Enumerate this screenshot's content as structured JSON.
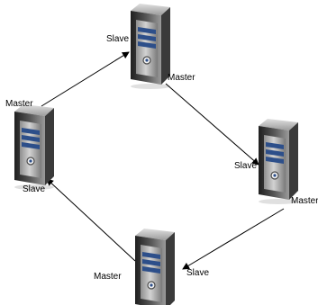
{
  "nodes": [
    {
      "id": "top",
      "in_label": "Slave",
      "out_label": "Master"
    },
    {
      "id": "right",
      "in_label": "Slave",
      "out_label": "Master"
    },
    {
      "id": "bottom",
      "in_label": "Slave",
      "out_label": "Master"
    },
    {
      "id": "left",
      "in_label": "Slave",
      "out_label": "Master"
    }
  ],
  "edges": [
    {
      "from": "left",
      "to": "top"
    },
    {
      "from": "top",
      "to": "right"
    },
    {
      "from": "right",
      "to": "bottom"
    },
    {
      "from": "bottom",
      "to": "left"
    }
  ],
  "colors": {
    "server_dark": "#2b2b2b",
    "server_mid": "#6b6b6b",
    "server_light": "#b9b9b9",
    "drive_blue": "#2d4f8a",
    "arrow": "#000000"
  },
  "icons": {
    "server": "server-tower-icon"
  }
}
